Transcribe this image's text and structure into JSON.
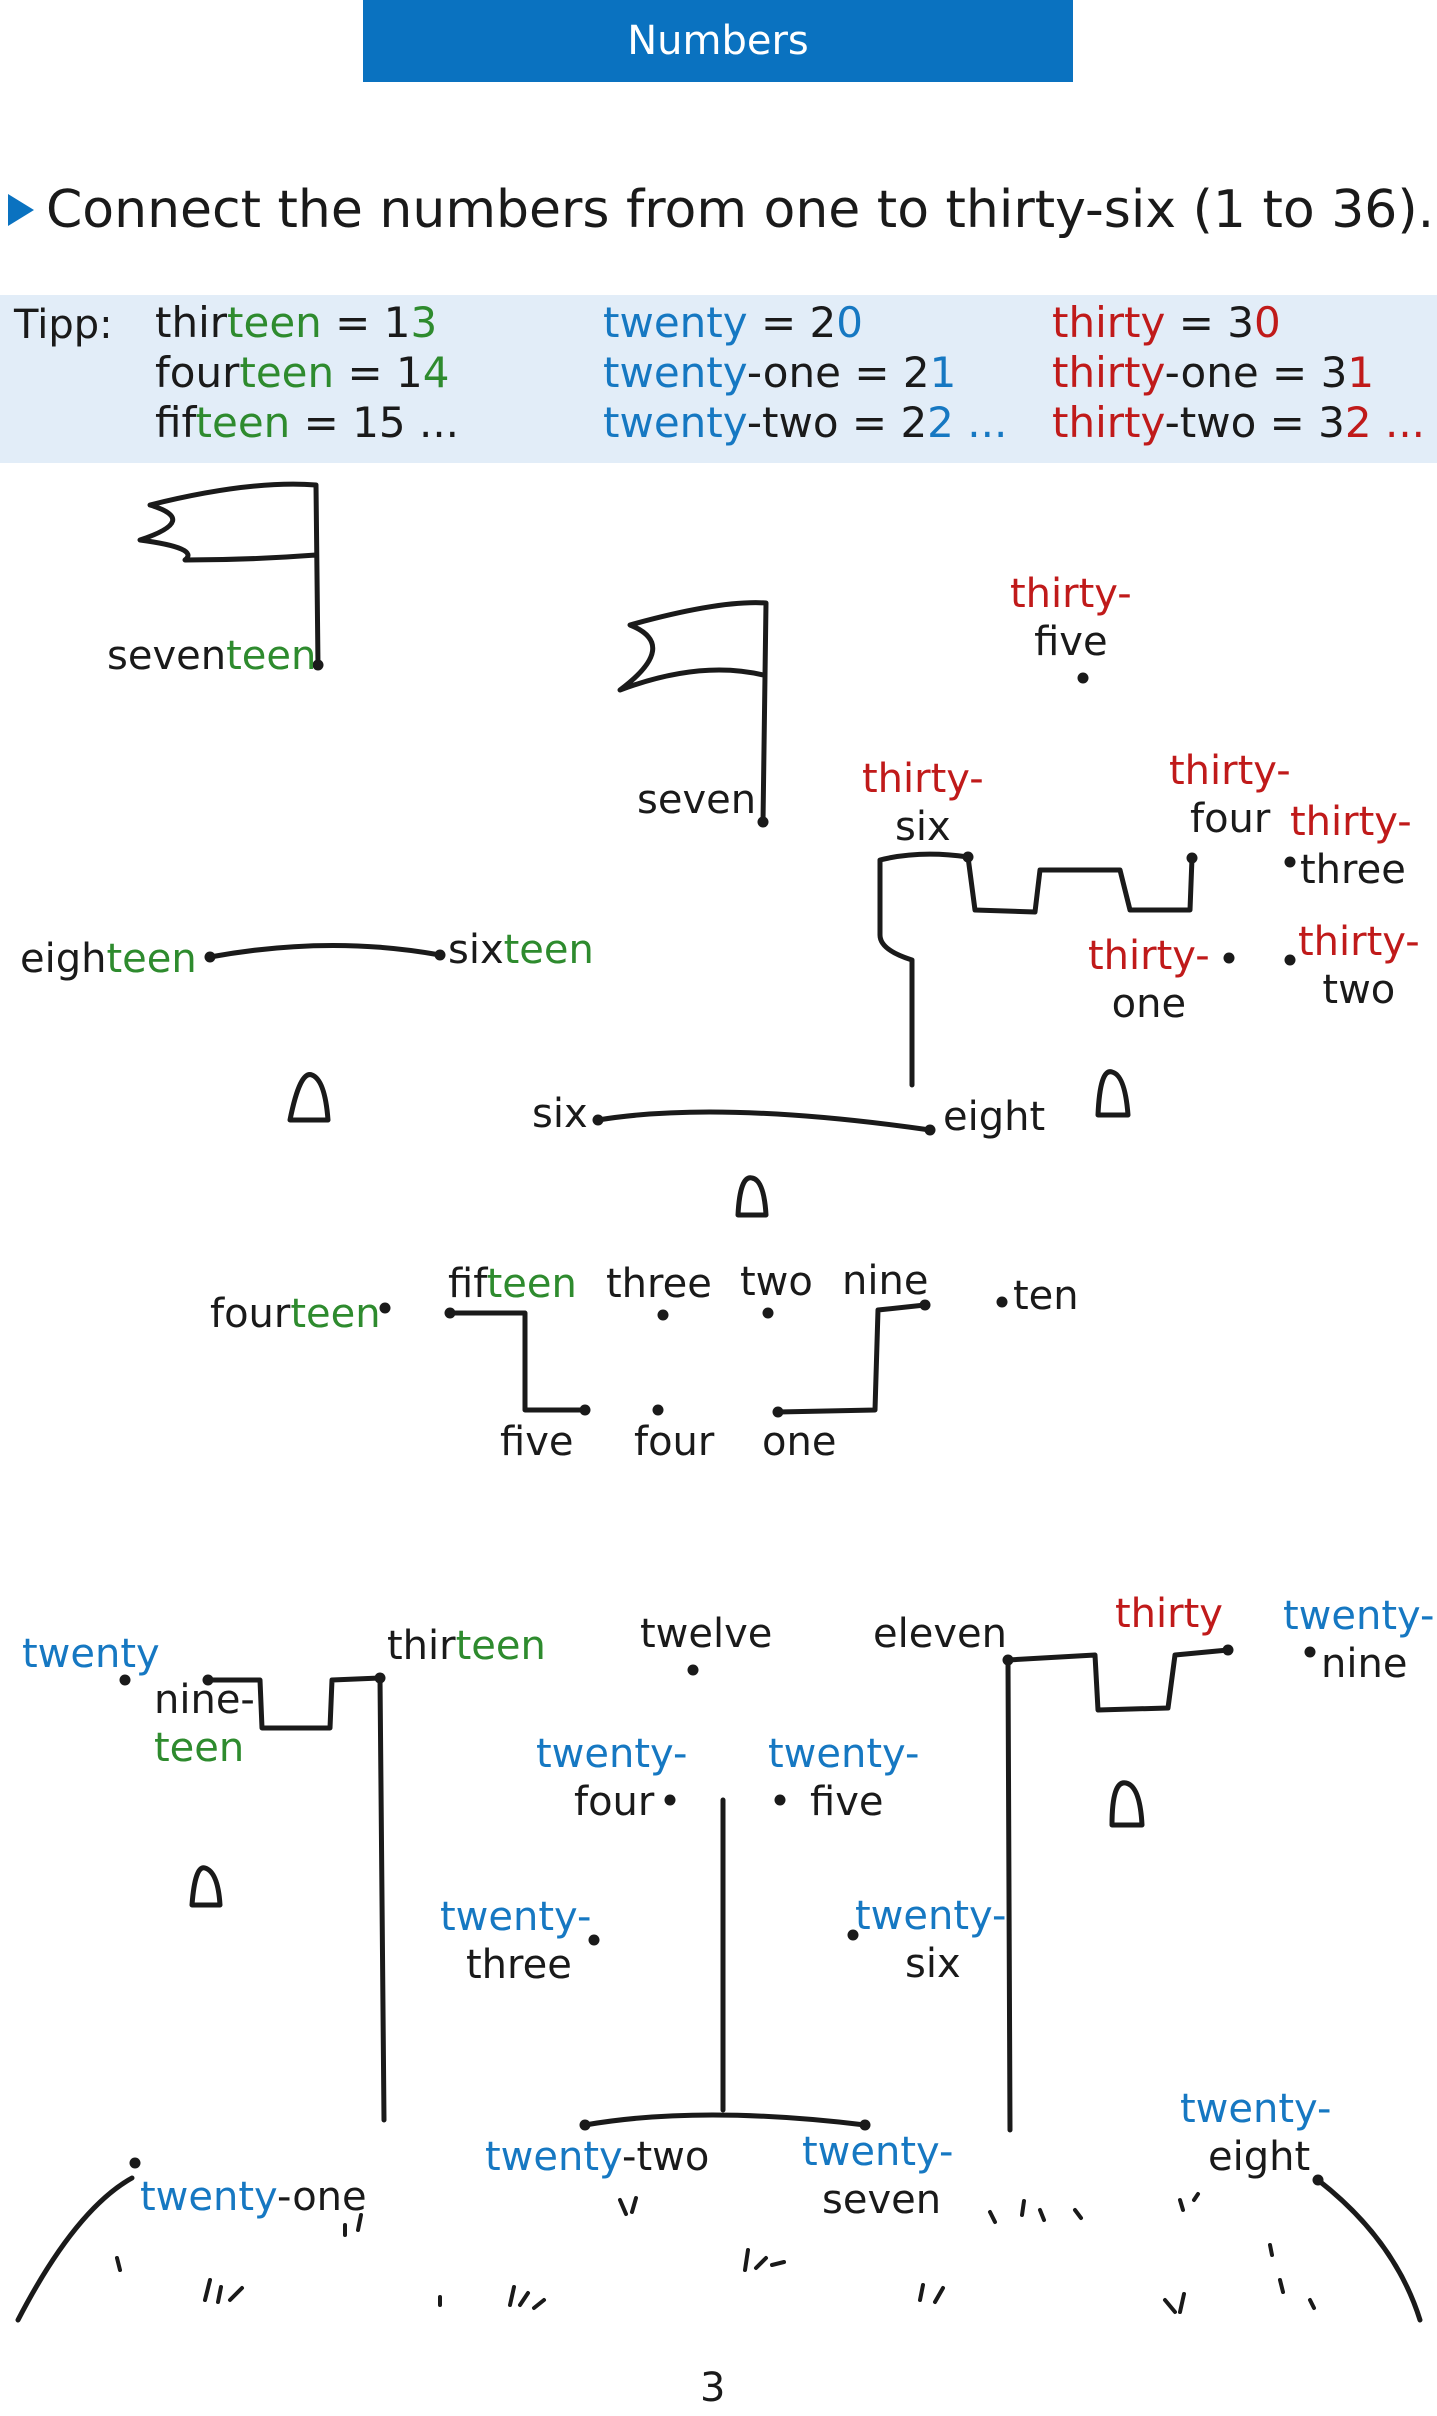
{
  "header": {
    "title": "Numbers"
  },
  "instruction": "Connect the numbers from one to thirty-six (1 to 36).",
  "tipp": {
    "label": "Tipp:",
    "col1": [
      {
        "a": "thir",
        "b": "teen",
        "c": " = 1",
        "d": "3"
      },
      {
        "a": "four",
        "b": "teen",
        "c": " = 1",
        "d": "4"
      },
      {
        "a": "fif",
        "b": "teen",
        "c": " = 15 ...",
        "d": ""
      }
    ],
    "col2": [
      {
        "a": "twenty",
        "b": " = 2",
        "c": "0"
      },
      {
        "a": "twenty",
        "b": "-one = 2",
        "c": "1"
      },
      {
        "a": "twenty",
        "b": "-two = 2",
        "c": "2 ..."
      }
    ],
    "col3": [
      {
        "a": "thirty",
        "b": " = 3",
        "c": "0"
      },
      {
        "a": "thirty",
        "b": "-one = 3",
        "c": "1"
      },
      {
        "a": "thirty",
        "b": "-two = 3",
        "c": "2 ..."
      }
    ]
  },
  "labels": {
    "seventeen": {
      "a": "seven",
      "b": "teen"
    },
    "thirtyfive": {
      "a": "thirty-",
      "b": "five"
    },
    "seven": "seven",
    "thirtysix": {
      "a": "thirty-",
      "b": "six"
    },
    "thirtyfour": {
      "a": "thirty-",
      "b": "four"
    },
    "thirtythree": {
      "a": "thirty-",
      "b": "three"
    },
    "eighteen": {
      "a": "eigh",
      "b": "teen"
    },
    "sixteen": {
      "a": "six",
      "b": "teen"
    },
    "thirtyone": {
      "a": "thirty-",
      "b": "one"
    },
    "thirtytwo": {
      "a": "thirty-",
      "b": "two"
    },
    "six": "six",
    "eight": "eight",
    "fourteen": {
      "a": "four",
      "b": "teen"
    },
    "fifteen": {
      "a": "fif",
      "b": "teen"
    },
    "three": "three",
    "two": "two",
    "nine": "nine",
    "ten": "ten",
    "five": "five",
    "four": "four",
    "one": "one",
    "twenty": "twenty",
    "nineteen": {
      "a": "nine-",
      "b": "teen"
    },
    "thirteen": {
      "a": "thir",
      "b": "teen"
    },
    "twelve": "twelve",
    "eleven": "eleven",
    "thirty": "thirty",
    "twentynine": {
      "a": "twenty-",
      "b": "nine"
    },
    "twentyfour": {
      "a": "twenty-",
      "b": "four"
    },
    "twentyfive": {
      "a": "twenty-",
      "b": "five"
    },
    "twentythree": {
      "a": "twenty-",
      "b": "three"
    },
    "twentysix": {
      "a": "twenty-",
      "b": "six"
    },
    "twentyeight": {
      "a": "twenty-",
      "b": "eight"
    },
    "twentyone": {
      "a": "twenty",
      "b": "-one"
    },
    "twentytwo": {
      "a": "twenty",
      "b": "-two"
    },
    "twentyseven": {
      "a": "twenty-",
      "b": "seven"
    }
  },
  "page_number": "3",
  "colors": {
    "teen": "#2e8b2e",
    "twenty": "#1678c2",
    "thirty": "#c01a1a",
    "header": "#0a72c0",
    "tip_bg": "#e2edf8"
  }
}
